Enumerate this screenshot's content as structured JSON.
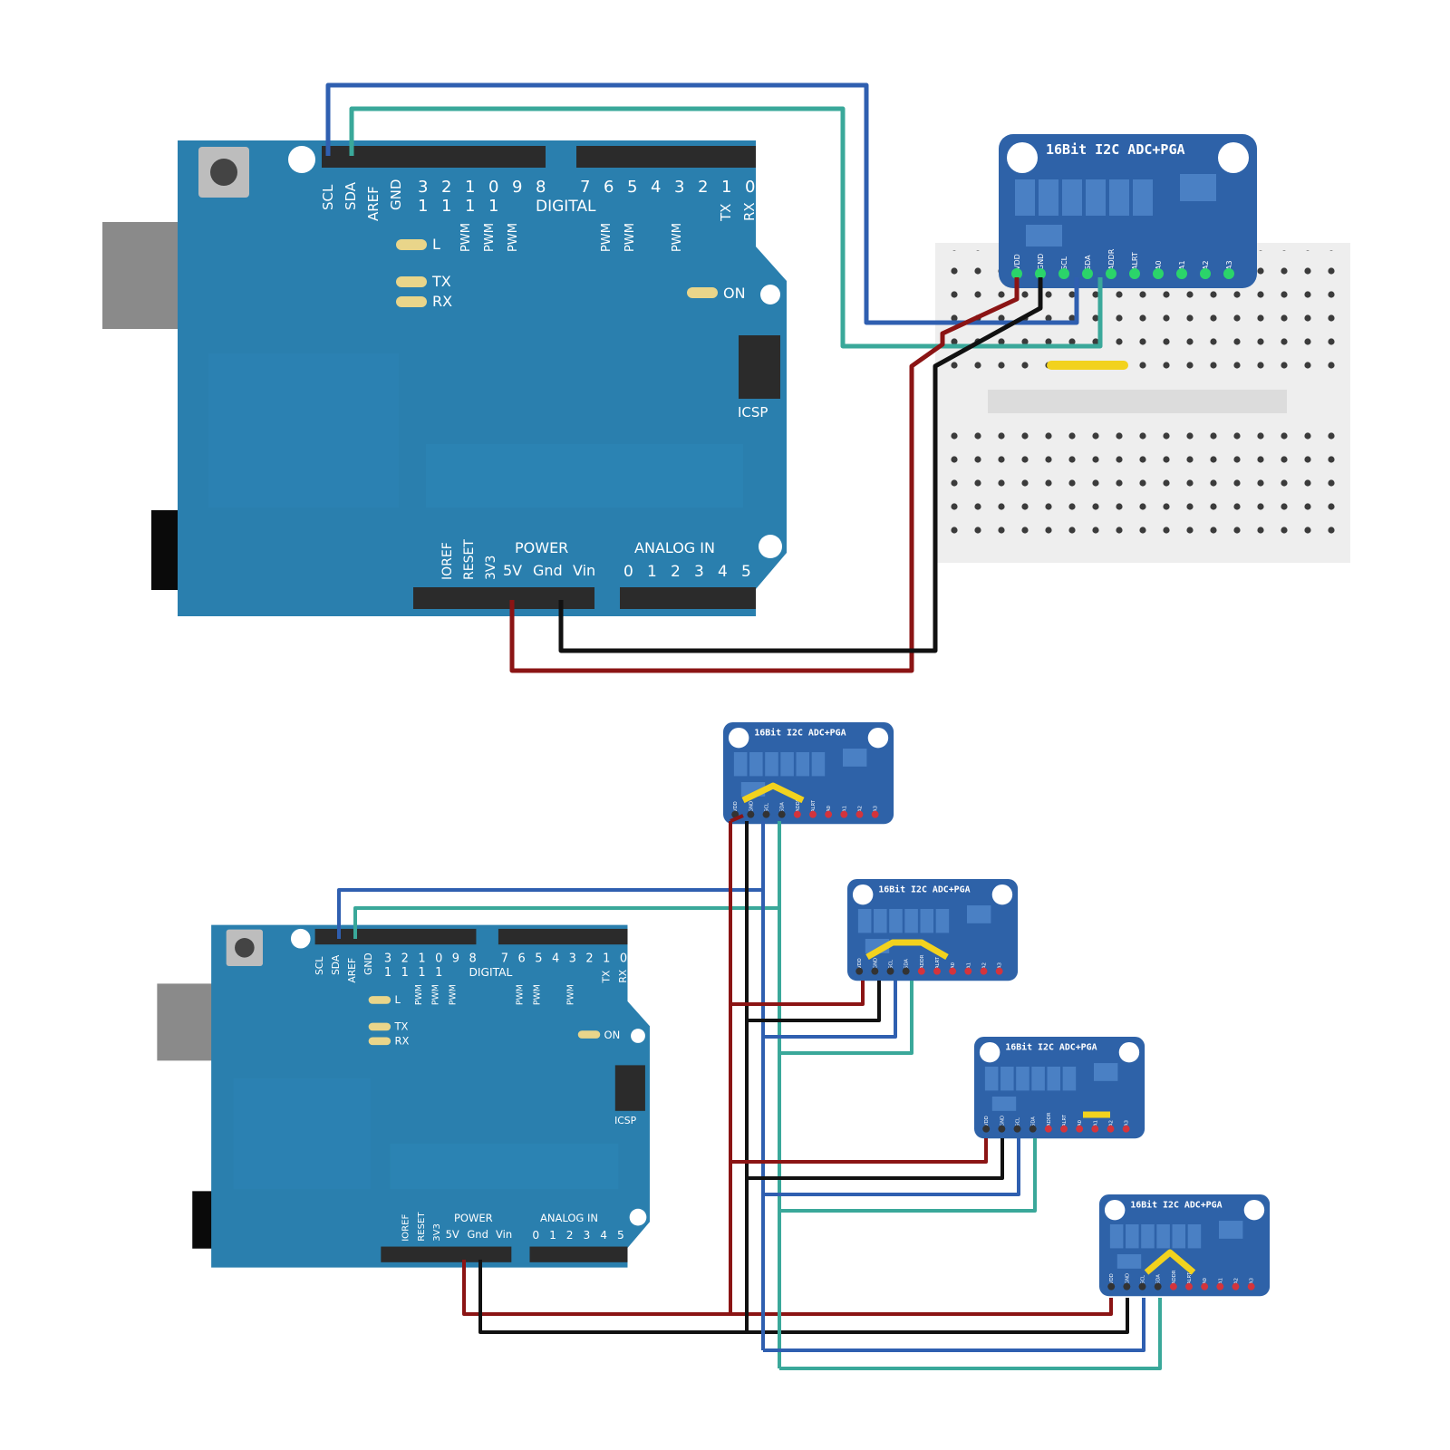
{
  "colors": {
    "board": "#2a7fae",
    "board_dark": "#1f6a93",
    "module": "#2e62a8",
    "header": "#2b2b2b",
    "usb": "#8a8a8a",
    "jack": "#0a0a0a",
    "breadboard": "#eeeeee",
    "wire_blue": "#2f5fb0",
    "wire_teal": "#3aa89a",
    "wire_red": "#8b1414",
    "wire_black": "#111111",
    "wire_yellow": "#f2d21e",
    "pin_green": "#2bd46a",
    "pin_red": "#d4343c"
  },
  "arduino": {
    "scl": "SCL",
    "sda": "SDA",
    "aref": "AREF",
    "gnd": "GND",
    "digital_numbers_left": [
      "3",
      "2",
      "1",
      "0",
      "9",
      "8"
    ],
    "digital_tens_left": [
      "1",
      "1",
      "1",
      "1"
    ],
    "digital_numbers_right": [
      "7",
      "6",
      "5",
      "4",
      "3",
      "2",
      "1",
      "0"
    ],
    "digital": "DIGITAL",
    "pwm": "PWM",
    "tx_pin": "TX",
    "rx_pin": "RX",
    "led_l": "L",
    "led_tx": "TX",
    "led_rx": "RX",
    "led_on": "ON",
    "icsp": "ICSP",
    "ioref": "IOREF",
    "reset": "RESET",
    "v3": "3V3",
    "power": "POWER",
    "v5": "5V",
    "gnd_power": "Gnd",
    "vin": "Vin",
    "analog_in": "ANALOG IN",
    "analog_numbers": [
      "0",
      "1",
      "2",
      "3",
      "4",
      "5"
    ]
  },
  "module": {
    "title": "16Bit I2C ADC+PGA",
    "pins": [
      "VDD",
      "GND",
      "SCL",
      "SDA",
      "ADDR",
      "ALRT",
      "A0",
      "A1",
      "A2",
      "A3"
    ]
  }
}
